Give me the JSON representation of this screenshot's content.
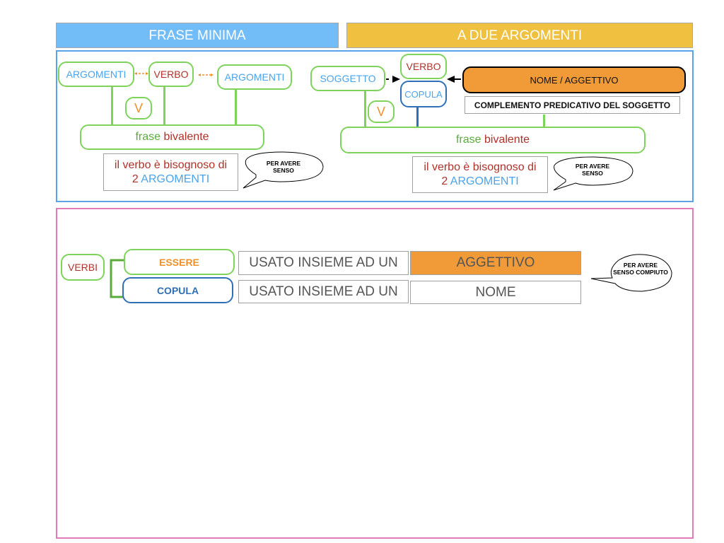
{
  "header": {
    "left_title": "FRASE MINIMA",
    "right_title": "A DUE ARGOMENTI",
    "left_color": "#72bdf7",
    "right_color": "#f0c040"
  },
  "left_diagram": {
    "arg_left": "ARGOMENTI",
    "verb": "VERBO",
    "arg_right": "ARGOMENTI",
    "v_label": "V",
    "frase_word1": "frase",
    "frase_word2": "bivalente",
    "note_line1": "il verbo è bisognoso di",
    "note_num": "2",
    "note_args": "ARGOMENTI",
    "bubble": "PER AVERE SENSO"
  },
  "right_diagram": {
    "subject": "SOGGETTO",
    "verb": "VERBO",
    "copula": "COPULA",
    "v_label": "V",
    "nome_aggettivo": "NOME / AGGETTIVO",
    "complemento": "COMPLEMENTO PREDICATIVO DEL SOGGETTO",
    "frase_word1": "frase",
    "frase_word2": "bivalente",
    "note_line1": "il verbo è bisognoso di",
    "note_num": "2",
    "note_args": "ARGOMENTI",
    "bubble": "PER AVERE SENSO"
  },
  "lower": {
    "verbi": "VERBI",
    "essere": "ESSERE",
    "copula": "COPULA",
    "usato1": "USATO INSIEME AD UN",
    "usato2": "USATO INSIEME AD UN",
    "aggettivo": "AGGETTIVO",
    "nome": "NOME",
    "bubble": "PER AVERE SENSO COMPIUTO",
    "accent_orange": "#f09a38",
    "border_pink": "#e07ab8"
  }
}
